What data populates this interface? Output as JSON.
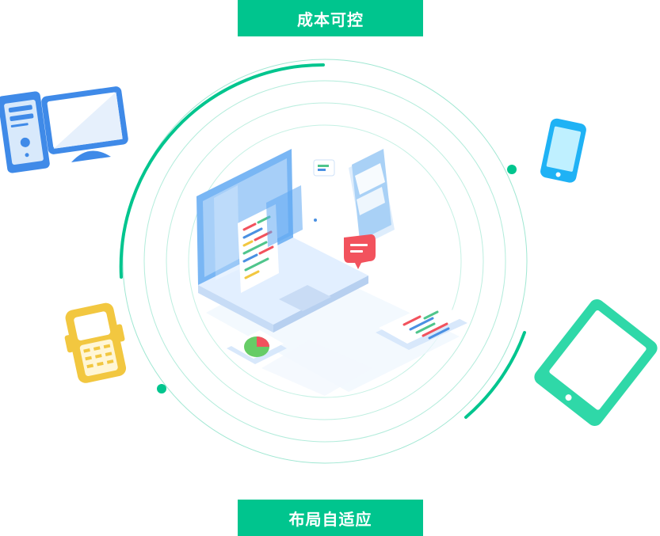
{
  "labels": {
    "top": "成本可控",
    "bottom": "布局自适应"
  },
  "colors": {
    "accent": "#00c58e",
    "ring": "#7fe0c5",
    "monitor_blue": "#3f8ae8",
    "phone_blue": "#1fb2f5",
    "feature_phone_yellow": "#f2c740",
    "tablet_green": "#2fd8a8",
    "laptop_blue": "#79b6f4",
    "alert_red": "#f2525d"
  },
  "icons": [
    "desktop-computer-icon",
    "smartphone-icon",
    "feature-phone-icon",
    "tablet-icon",
    "laptop-illustration",
    "chat-bubble-icon",
    "pie-chart-icon"
  ]
}
